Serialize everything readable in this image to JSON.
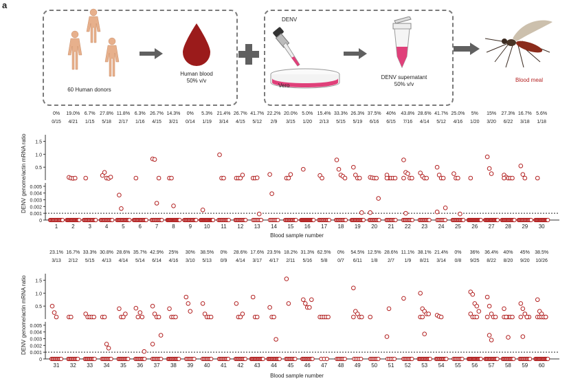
{
  "panel_letter": "a",
  "workflow": {
    "donors_label": "60 Human donors",
    "blood_label_1": "Human blood",
    "blood_label_2": "50% v/v",
    "denv_label": "DENV",
    "vero_label": "Vero",
    "supernatant_label_1": "DENV supernatant",
    "supernatant_label_2": "50% v/v",
    "meal_label": "Blood meal",
    "colors": {
      "blood": "#9b1b1b",
      "vero": "#e0407a",
      "meal_text": "#b32020",
      "arrow": "#606060"
    }
  },
  "chart_data": [
    {
      "type": "scatter",
      "ylabel": "DENV genome/actin mRNA ratio",
      "xlabel": "Blood sample number",
      "y_ticks_upper": [
        "1.5",
        "1.0",
        "0.5"
      ],
      "y_ticks_lower": [
        "0.005",
        "0.004",
        "0.003",
        "0.002",
        "0.001",
        "0"
      ],
      "threshold": 0.001,
      "marker_color": "#b22020",
      "samples": [
        1,
        2,
        3,
        4,
        5,
        6,
        7,
        8,
        9,
        10,
        11,
        12,
        13,
        14,
        15,
        16,
        17,
        18,
        19,
        20,
        21,
        22,
        23,
        24,
        25,
        26,
        27,
        28,
        29,
        30
      ],
      "percent_positive": [
        "0%",
        "19.0%",
        "6.7%",
        "27.8%",
        "11.8%",
        "6.3%",
        "26.7%",
        "14.3%",
        "0%",
        "5.3%",
        "21.4%",
        "26.7%",
        "41.7%",
        "22.2%",
        "20.0%",
        "5.0%",
        "15.4%",
        "33.3%",
        "26.3%",
        "37.5%",
        "40%",
        "43.8%",
        "28.6%",
        "41.7%",
        "25.0%",
        "5%",
        "15%",
        "27.3%",
        "16.7%",
        "5.6%"
      ],
      "fraction_positive": [
        "0/15",
        "4/21",
        "1/15",
        "5/18",
        "2/17",
        "1/16",
        "4/15",
        "3/21",
        "0/14",
        "1/19",
        "3/14",
        "4/15",
        "5/12",
        "2/9",
        "3/15",
        "1/20",
        "2/13",
        "5/15",
        "5/19",
        "6/16",
        "6/15",
        "7/16",
        "4/14",
        "5/12",
        "4/16",
        "1/20",
        "3/20",
        "6/22",
        "3/18",
        "1/18"
      ],
      "positives": [
        [],
        [
          0.11,
          0.08,
          0.07,
          0.08
        ],
        [
          0.08
        ],
        [
          0.18,
          0.3,
          0.08,
          0.07,
          0.12
        ],
        [
          0.0037,
          0.0017
        ],
        [
          0.08
        ],
        [
          0.82,
          0.8,
          0.0025,
          0.08
        ],
        [
          0.08,
          0.08,
          0.0021
        ],
        [],
        [
          0.0015
        ],
        [
          0.98,
          0.08,
          0.08
        ],
        [
          0.08,
          0.08,
          0.08,
          0.2
        ],
        [
          0.08,
          0.08,
          0.09,
          0.0009
        ],
        [
          0.22,
          0.0039
        ],
        [
          0.08,
          0.08,
          0.22
        ],
        [
          0.42
        ],
        [
          0.18,
          0.08
        ],
        [
          0.78,
          0.42,
          0.2,
          0.15,
          0.08
        ],
        [
          0.5,
          0.2,
          0.08,
          0.08,
          0.0011
        ],
        [
          0.11,
          0.09,
          0.08,
          0.08,
          0.0032,
          0.0011
        ],
        [
          0.2,
          0.08,
          0.08,
          0.08,
          0.08,
          0.08
        ],
        [
          0.78,
          0.3,
          0.25,
          0.08,
          0.08,
          0.08,
          0.001
        ],
        [
          0.28,
          0.15,
          0.08,
          0.08
        ],
        [
          0.5,
          0.2,
          0.08,
          0.08,
          0.0018,
          0.0012
        ],
        [
          0.25,
          0.08,
          0.08,
          0.0009
        ],
        [
          0.08
        ],
        [
          0.9,
          0.45,
          0.25
        ],
        [
          0.2,
          0.12,
          0.08,
          0.08,
          0.08,
          0.08
        ],
        [
          0.55,
          0.22,
          0.08
        ],
        [
          0.08
        ]
      ],
      "negatives": [
        15,
        17,
        14,
        13,
        15,
        15,
        11,
        18,
        14,
        18,
        11,
        11,
        7,
        7,
        12,
        19,
        11,
        10,
        14,
        10,
        9,
        9,
        10,
        7,
        12,
        19,
        17,
        16,
        15,
        17
      ]
    },
    {
      "type": "scatter",
      "ylabel": "DENV genome/actin mRNA ratio",
      "xlabel": "Blood sample number",
      "y_ticks_upper": [
        "1.5",
        "1.0",
        "0.5"
      ],
      "y_ticks_lower": [
        "0.005",
        "0.004",
        "0.003",
        "0.002",
        "0.001",
        "0"
      ],
      "threshold": 0.001,
      "marker_color": "#b22020",
      "samples": [
        31,
        32,
        33,
        34,
        35,
        36,
        37,
        38,
        39,
        40,
        41,
        42,
        43,
        44,
        45,
        46,
        47,
        48,
        49,
        50,
        51,
        52,
        53,
        54,
        55,
        56,
        57,
        58,
        59,
        60
      ],
      "percent_positive": [
        "23.1%",
        "16.7%",
        "33.3%",
        "30.8%",
        "28.6%",
        "35.7%",
        "42.9%",
        "25%",
        "30%",
        "38.5%",
        "0%",
        "28.6%",
        "17.6%",
        "23.5%",
        "18.2%",
        "31.3%",
        "62.5%",
        "0%",
        "54.5%",
        "12.5%",
        "28.6%",
        "11.1%",
        "38.1%",
        "21.4%",
        "0%",
        "36%",
        "36.4%",
        "40%",
        "45%",
        "38.5%"
      ],
      "fraction_positive": [
        "3/13",
        "2/12",
        "5/15",
        "4/13",
        "4/14",
        "5/14",
        "6/14",
        "4/16",
        "3/10",
        "5/13",
        "0/9",
        "4/14",
        "3/17",
        "4/17",
        "2/11",
        "5/16",
        "5/8",
        "0/7",
        "6/11",
        "1/8",
        "2/7",
        "1/9",
        "8/21",
        "3/14",
        "0/8",
        "9/25",
        "8/22",
        "8/20",
        "9/20",
        "10/26"
      ],
      "positives": [
        [
          0.5,
          0.25,
          0.08
        ],
        [
          0.08,
          0.08
        ],
        [
          0.2,
          0.08,
          0.08,
          0.08,
          0.08
        ],
        [
          0.08,
          0.08,
          0.0022,
          0.0016
        ],
        [
          0.4,
          0.08,
          0.08,
          0.2
        ],
        [
          0.42,
          0.08,
          0.25,
          0.08,
          0.0011
        ],
        [
          0.5,
          0.2,
          0.08,
          0.08,
          0.0035,
          0.0022
        ],
        [
          0.4,
          0.08,
          0.08,
          0.08
        ],
        [
          0.85,
          0.6,
          0.3
        ],
        [
          0.6,
          0.2,
          0.08,
          0.08,
          0.08
        ],
        [],
        [
          0.6,
          0.08,
          0.08,
          0.2
        ],
        [
          0.85,
          0.08,
          0.08
        ],
        [
          0.45,
          0.08,
          0.08,
          0.0029
        ],
        [
          1.55,
          0.6
        ],
        [
          0.75,
          0.6,
          0.45,
          0.45,
          0.75
        ],
        [
          0.08,
          0.08,
          0.08,
          0.08,
          0.08
        ],
        [],
        [
          1.2,
          0.3,
          0.2,
          0.08,
          0.08,
          0.08
        ],
        [
          0.08
        ],
        [
          0.0033,
          0.4
        ],
        [
          0.8
        ],
        [
          1.0,
          0.4,
          0.3,
          0.2,
          0.2,
          0.08,
          0.08,
          0.0037
        ],
        [
          0.15,
          0.1,
          0.08
        ],
        [],
        [
          1.05,
          0.95,
          0.6,
          0.5,
          0.3,
          0.2,
          0.08,
          0.08,
          0.08
        ],
        [
          0.85,
          0.5,
          0.2,
          0.08,
          0.08,
          0.08,
          0.0035,
          0.0028
        ],
        [
          0.4,
          0.08,
          0.08,
          0.08,
          0.08,
          0.08,
          0.08,
          0.0032
        ],
        [
          0.6,
          0.4,
          0.2,
          0.08,
          0.08,
          0.08,
          0.0033,
          0.2,
          0.08
        ],
        [
          0.75,
          0.3,
          0.2,
          0.08,
          0.08,
          0.08,
          0.08,
          0.08,
          0.08,
          0.08
        ]
      ],
      "negatives": [
        10,
        10,
        10,
        9,
        10,
        9,
        8,
        12,
        7,
        8,
        9,
        10,
        14,
        13,
        9,
        11,
        3,
        7,
        5,
        7,
        5,
        8,
        13,
        11,
        8,
        16,
        14,
        12,
        11,
        16
      ]
    }
  ]
}
